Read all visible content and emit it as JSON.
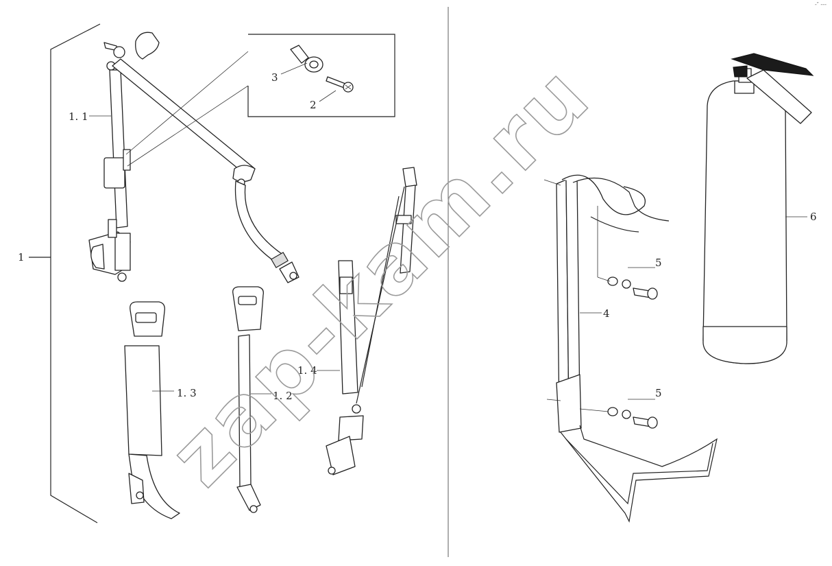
{
  "callouts": {
    "c1": "1",
    "c1_1": "1. 1",
    "c1_2": "1. 2",
    "c1_3": "1. 3",
    "c1_4": "1. 4",
    "c2": "2",
    "c3": "3",
    "c4": "4",
    "c5_top": "5",
    "c5_bottom": "5",
    "c6": "6"
  },
  "watermark": "zap-kam.ru",
  "corner_mark": "-″ ---"
}
